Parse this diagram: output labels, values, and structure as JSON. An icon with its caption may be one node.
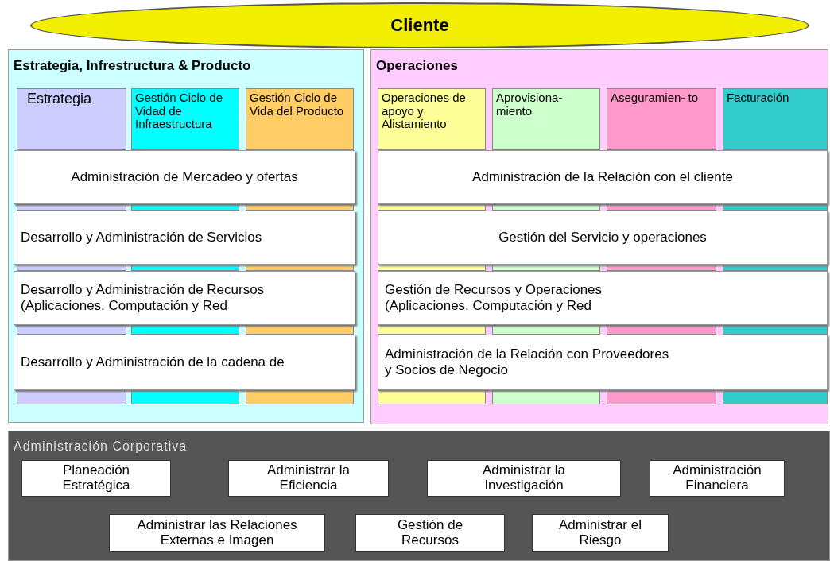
{
  "diagram": {
    "nodes": [
      {
        "text": [
          "Cliente"
        ]
      },
      {
        "text": [
          "Estrategia, Infrestructura & Producto"
        ]
      },
      {
        "text": [
          "Estrategia"
        ],
        "in": 1
      },
      {
        "text": [
          "Gestión Ciclo de Vidad de Infraestructura"
        ],
        "in": 1
      },
      {
        "text": [
          "Gestión Ciclo de Vida del Producto"
        ],
        "in": 1
      },
      {
        "text": [
          "Administración de Mercadeo y ofertas"
        ],
        "in": 1
      },
      {
        "text": [
          "Desarrollo y Administración de Servicios"
        ],
        "in": 1
      },
      {
        "text": [
          "Desarrollo y Administración de Recursos (Aplicaciones, Computación y Red"
        ],
        "in": 1
      },
      {
        "text": [
          "Desarrollo y Administración de la cadena de"
        ],
        "in": 1
      },
      {
        "text": [
          "Operaciones"
        ]
      },
      {
        "text": [
          "Operaciones de apoyo y Alistamiento"
        ],
        "in": 9
      },
      {
        "text": [
          "Aprovisiona- miento"
        ],
        "in": 9
      },
      {
        "text": [
          "Aseguramien- to"
        ],
        "in": 9
      },
      {
        "text": [
          "Facturación"
        ],
        "in": 9
      },
      {
        "text": [
          "Administración de la Relación con el cliente"
        ],
        "in": 9
      },
      {
        "text": [
          "Gestión del Servicio y operaciones"
        ],
        "in": 9
      },
      {
        "text": [
          "Gestión de Recursos y Operaciones (Aplicaciones, Computación y Red"
        ],
        "in": 9
      },
      {
        "text": [
          "Administración de la Relación con Proveedores y Socios de Negocio"
        ],
        "in": 9
      },
      {
        "text": [
          "Administración Corporativa"
        ]
      },
      {
        "text": [
          "Planeación Estratégica"
        ],
        "in": 18
      },
      {
        "text": [
          "Administrar la Eficiencia"
        ],
        "in": 18
      },
      {
        "text": [
          "Administrar la Investigación"
        ],
        "in": 18
      },
      {
        "text": [
          "Administración Financiera"
        ],
        "in": 18
      },
      {
        "text": [
          "Administrar las Relaciones Externas e Imagen"
        ],
        "in": 18
      },
      {
        "text": [
          "Gestión de Recursos"
        ],
        "in": 18
      },
      {
        "text": [
          "Administrar el Riesgo"
        ],
        "in": 18
      }
    ],
    "edges": []
  }
}
